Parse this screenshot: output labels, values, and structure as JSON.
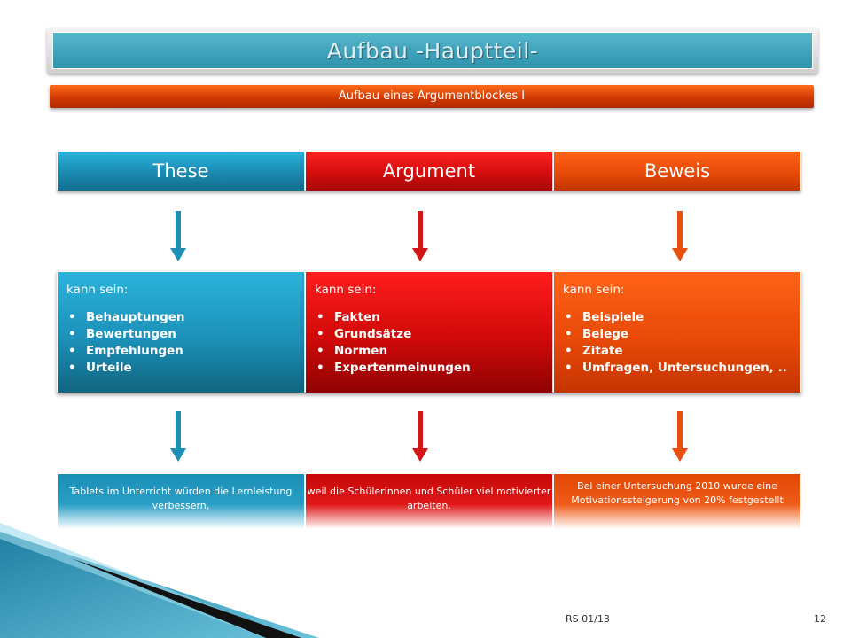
{
  "slide": {
    "title": "Aufbau -Hauptteil-",
    "subtitle": "Aufbau eines Argumentblockes I"
  },
  "columns": [
    {
      "header": "These",
      "lead": "kann sein:",
      "items": [
        "Behauptungen",
        "Bewertungen",
        "Empfehlungen",
        "Urteile"
      ],
      "example": "Tablets im Unterricht würden die Lernleistung verbessern,"
    },
    {
      "header": "Argument",
      "lead": "kann sein:",
      "items": [
        "Fakten",
        "Grundsätze",
        "Normen",
        "Expertenmeinungen"
      ],
      "example": "weil die Schülerinnen und Schüler viel motivierter arbeiten."
    },
    {
      "header": "Beweis",
      "lead": "kann sein:",
      "items": [
        "Beispiele",
        "Belege",
        "Zitate",
        "Umfragen, Untersuchungen, .."
      ],
      "example": "Bei einer Untersuchung 2010 wurde eine Motivationssteigerung von 20% festgestellt"
    }
  ],
  "footer": {
    "label": "RS 01/13",
    "page_number": "12"
  },
  "bullet": "•",
  "colors": {
    "blue": "#1a8ab0",
    "red": "#d30d0d",
    "orange": "#e64a08",
    "title_teal": "#3aa2bb"
  }
}
